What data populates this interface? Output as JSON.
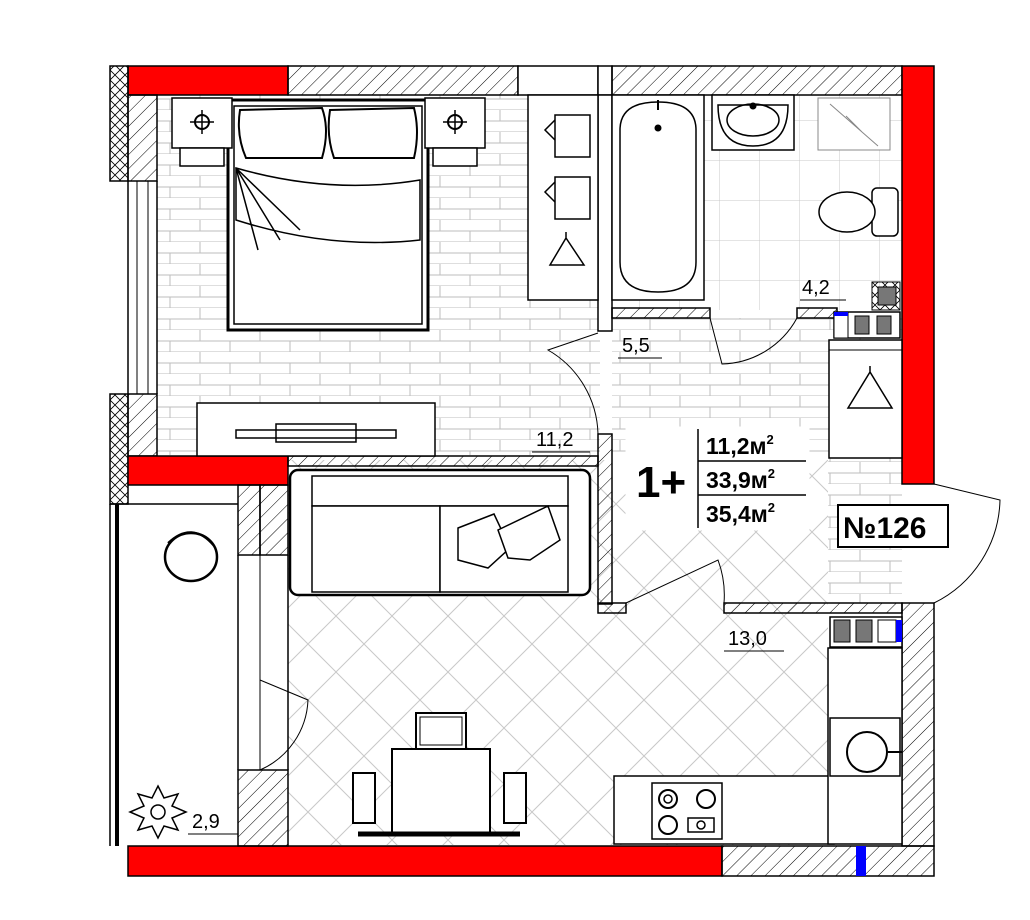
{
  "plan": {
    "room_count_label": "1+",
    "area_lines": [
      {
        "value": "11,2м",
        "sup": "2"
      },
      {
        "value": "33,9м",
        "sup": "2"
      },
      {
        "value": "35,4м",
        "sup": "2"
      }
    ],
    "apartment_number": "№126",
    "rooms": [
      {
        "id": "bedroom",
        "area": "11,2"
      },
      {
        "id": "bathroom",
        "area": "4,2"
      },
      {
        "id": "hallway",
        "area": "5,5"
      },
      {
        "id": "kitchen-living",
        "area": "13,0"
      },
      {
        "id": "balcony",
        "area": "2,9"
      }
    ]
  },
  "colors": {
    "exterior_wall": "#ff0000",
    "wall_outline": "#000000",
    "floor_line": "#bdbdbd",
    "accent_blue": "#0000ff"
  }
}
